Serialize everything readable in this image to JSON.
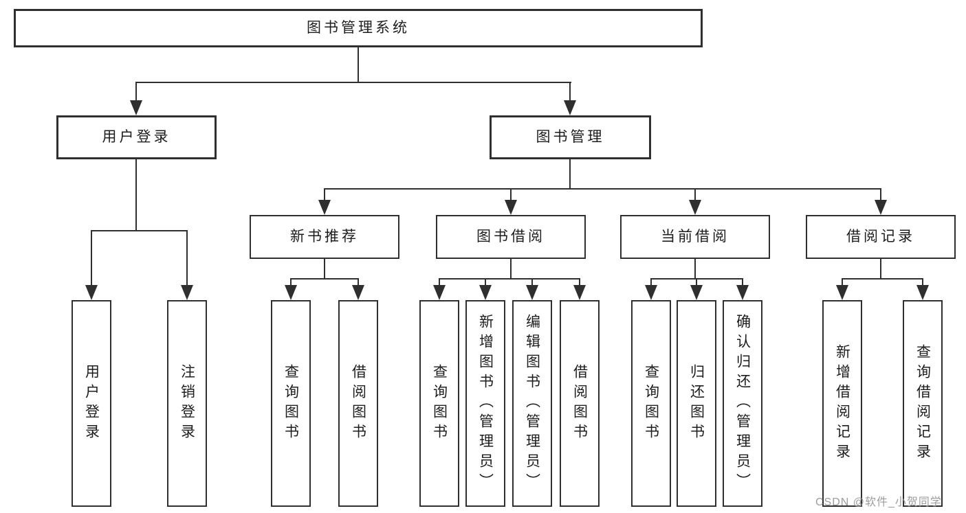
{
  "diagram": {
    "root": "图书管理系统",
    "level2": [
      "用户登录",
      "图书管理"
    ],
    "level3": [
      "新书推荐",
      "图书借阅",
      "当前借阅",
      "借阅记录"
    ],
    "leaves": {
      "user_login": [
        "用户登录",
        "注销登录"
      ],
      "new_book_recommend": [
        "查询图书",
        "借阅图书"
      ],
      "book_borrow": [
        "查询图书",
        "新增图书（管理员）",
        "编辑图书（管理员）",
        "借阅图书"
      ],
      "current_borrow": [
        "查询图书",
        "归还图书",
        "确认归还（管理员）"
      ],
      "borrow_record": [
        "新增借阅记录",
        "查询借阅记录"
      ]
    }
  },
  "watermark": "CSDN @软件_小贺同学",
  "colors": {
    "line": "#2f2f2f",
    "text": "#1d1d1f",
    "background": "#ffffff",
    "watermark": "#9c9c9c"
  }
}
